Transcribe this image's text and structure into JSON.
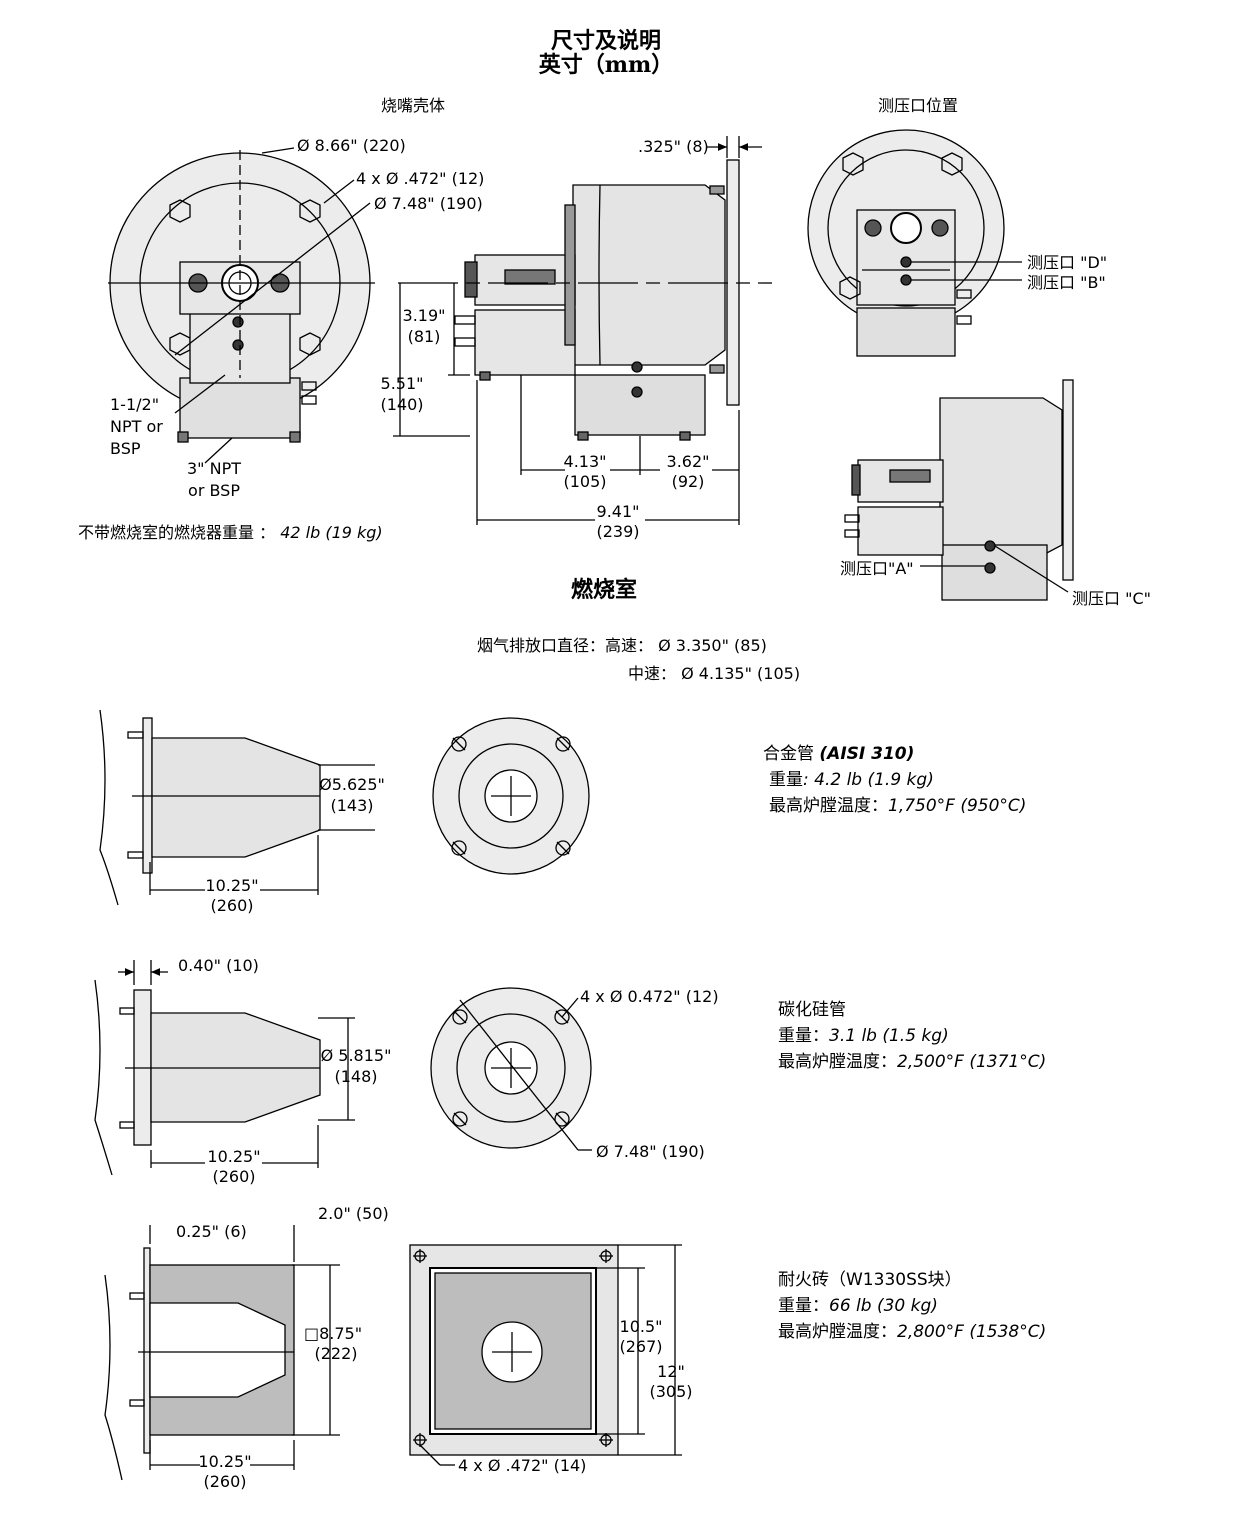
{
  "title": {
    "line1": "尺寸及说明",
    "line2": "英寸（mm）"
  },
  "housing": {
    "heading": "烧嘴壳体",
    "dia_outer": "Ø 8.66\" (220)",
    "holes": "4 x Ø .472\" (12)",
    "dia_bolt": "Ø 7.48\" (190)",
    "npt_small": [
      "1-1/2\"",
      "NPT or",
      "BSP"
    ],
    "npt_large": [
      "3\" NPT",
      "or BSP"
    ],
    "weight_label": "不带燃烧室的燃烧器重量 ：",
    "weight_value": "42 lb (19 kg)",
    "flange": ".325\" (8)",
    "h1": [
      "3.19\"",
      "(81)"
    ],
    "h2": [
      "5.51\"",
      "(140)"
    ],
    "w1": [
      "4.13\"",
      "(105)"
    ],
    "w2": [
      "3.62\"",
      "(92)"
    ],
    "w3": [
      "9.41\"",
      "(239)"
    ]
  },
  "taps": {
    "heading": "测压口位置",
    "d": "测压口 \"D\"",
    "b": "测压口 \"B\"",
    "a": "测压口\"A\"",
    "c": "测压口 \"C\""
  },
  "combustor": {
    "heading": "燃烧室",
    "exhaust_label": "烟气排放口直径：",
    "high_label": "高速：",
    "high_value": "Ø 3.350\" (85)",
    "mid_label": "中速：",
    "mid_value": "Ø 4.135\" (105)"
  },
  "alloy": {
    "dia": [
      "Ø5.625\"",
      "(143)"
    ],
    "len": [
      "10.25\"",
      "(260)"
    ],
    "name": "合金管",
    "grade": "(AISI 310)",
    "weight_label": "重量",
    "weight_value": ": 4.2 lb (1.9 kg)",
    "temp_label": "最高炉膛温度：",
    "temp_value": "1,750°F (950°C)"
  },
  "sic": {
    "flange": "0.40\" (10)",
    "holes": "4 x Ø 0.472\" (12)",
    "dia": [
      "Ø 5.815\"",
      "(148)"
    ],
    "len": [
      "10.25\"",
      "(260)"
    ],
    "bolt": "Ø 7.48\" (190)",
    "name": "碳化硅管",
    "weight_label": "重量：",
    "weight_value": "3.1 lb (1.5 kg)",
    "temp_label": "最高炉膛温度：",
    "temp_value": "2,500°F (1371°C)"
  },
  "refractory": {
    "t1": "0.25\" (6)",
    "t2": "2.0\" (50)",
    "sq": [
      "□8.75\"",
      "(222)"
    ],
    "len": [
      "10.25\"",
      "(260)"
    ],
    "in": [
      "10.5\"",
      "(267)"
    ],
    "out": [
      "12\"",
      "(305)"
    ],
    "holes": "4 x  Ø .472\" (14)",
    "name": "耐火砖（W1330SS块）",
    "weight_label": "重量：",
    "weight_value": "66 lb (30 kg)",
    "temp_label": "最高炉膛温度：",
    "temp_value": "2,800°F (1538°C)"
  }
}
